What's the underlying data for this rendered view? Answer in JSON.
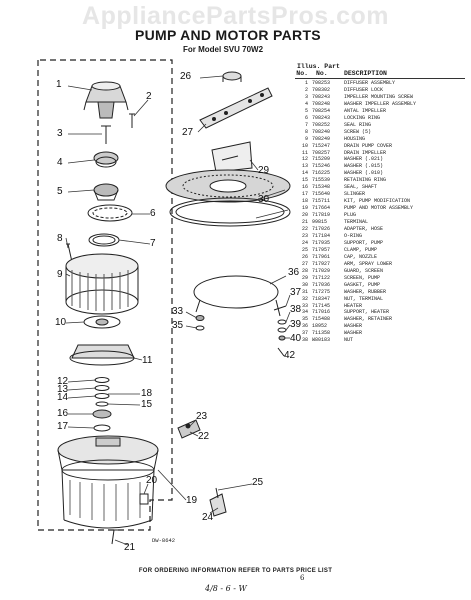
{
  "watermark": "AppliancePartsPros.com",
  "title": "PUMP AND MOTOR PARTS",
  "model": "For Model SVU 70W2",
  "table": {
    "header_line1": "Illus. Part",
    "col_no": "No.",
    "col_part": "No.",
    "col_desc": "DESCRIPTION",
    "rows": [
      {
        "n": "1",
        "p": "708253",
        "d": "DIFFUSER ASSEMBLY"
      },
      {
        "n": "2",
        "p": "708302",
        "d": "DIFFUSER LOCK"
      },
      {
        "n": "3",
        "p": "708243",
        "d": "IMPELLER MOUNTING SCREW"
      },
      {
        "n": "4",
        "p": "708248",
        "d": "WASHER IMPELLER ASSEMBLY"
      },
      {
        "n": "5",
        "p": "708254",
        "d": "ANTAL IMPELLER"
      },
      {
        "n": "6",
        "p": "708243",
        "d": "LOCKING RING"
      },
      {
        "n": "7",
        "p": "708252",
        "d": "SEAL RING"
      },
      {
        "n": "8",
        "p": "708240",
        "d": "SCREW (5)"
      },
      {
        "n": "9",
        "p": "708249",
        "d": "HOUSING"
      },
      {
        "n": "10",
        "p": "715247",
        "d": "DRAIN PUMP COVER"
      },
      {
        "n": "11",
        "p": "708257",
        "d": "DRAIN IMPELLER"
      },
      {
        "n": "12",
        "p": "715209",
        "d": "WASHER (.021)"
      },
      {
        "n": "13",
        "p": "715246",
        "d": "WASHER (.015)"
      },
      {
        "n": "14",
        "p": "716225",
        "d": "WASHER (.010)"
      },
      {
        "n": "15",
        "p": "715539",
        "d": "RETAINING RING"
      },
      {
        "n": "16",
        "p": "715348",
        "d": "SEAL, SHAFT"
      },
      {
        "n": "17",
        "p": "715640",
        "d": "SLINGER"
      },
      {
        "n": "18",
        "p": "715711",
        "d": "KIT, PUMP MODIFICATION"
      },
      {
        "n": "19",
        "p": "717664",
        "d": "PUMP AND MOTOR ASSEMBLY"
      },
      {
        "n": "20",
        "p": "717819",
        "d": "PLUG"
      },
      {
        "n": "21",
        "p": "99815",
        "d": "TERMINAL"
      },
      {
        "n": "22",
        "p": "717026",
        "d": "ADAPTER, HOSE"
      },
      {
        "n": "23",
        "p": "717184",
        "d": "O-RING"
      },
      {
        "n": "24",
        "p": "717935",
        "d": "SUPPORT, PUMP"
      },
      {
        "n": "25",
        "p": "717957",
        "d": "CLAMP, PUMP"
      },
      {
        "n": "26",
        "p": "717961",
        "d": "CAP, NOZZLE"
      },
      {
        "n": "27",
        "p": "717927",
        "d": "ARM, SPRAY LOWER"
      },
      {
        "n": "28",
        "p": "717029",
        "d": "GUARD, SCREEN"
      },
      {
        "n": "29",
        "p": "717122",
        "d": "SCREEN, PUMP"
      },
      {
        "n": "30",
        "p": "717036",
        "d": "GASKET, PUMP"
      },
      {
        "n": "31",
        "p": "717275",
        "d": "WASHER, RUBBER"
      },
      {
        "n": "32",
        "p": "718347",
        "d": "NUT, TERMINAL"
      },
      {
        "n": "33",
        "p": "717145",
        "d": "HEATER"
      },
      {
        "n": "34",
        "p": "717016",
        "d": "SUPPORT, HEATER"
      },
      {
        "n": "35",
        "p": "715488",
        "d": "WASHER, RETAINER"
      },
      {
        "n": "36",
        "p": "18952",
        "d": "WASHER"
      },
      {
        "n": "37",
        "p": "711358",
        "d": "WASHER"
      },
      {
        "n": "38",
        "p": "W80183",
        "d": "NUT"
      }
    ]
  },
  "callouts": [
    {
      "id": "1"
    },
    {
      "id": "2"
    },
    {
      "id": "3"
    },
    {
      "id": "4"
    },
    {
      "id": "5"
    },
    {
      "id": "6"
    },
    {
      "id": "7"
    },
    {
      "id": "8"
    },
    {
      "id": "9"
    },
    {
      "id": "10"
    },
    {
      "id": "11"
    },
    {
      "id": "12"
    },
    {
      "id": "13"
    },
    {
      "id": "14"
    },
    {
      "id": "15"
    },
    {
      "id": "16"
    },
    {
      "id": "17"
    },
    {
      "id": "18"
    },
    {
      "id": "19"
    },
    {
      "id": "20"
    },
    {
      "id": "21"
    },
    {
      "id": "22"
    },
    {
      "id": "23"
    },
    {
      "id": "24"
    },
    {
      "id": "25"
    },
    {
      "id": "26"
    },
    {
      "id": "27"
    },
    {
      "id": "29"
    },
    {
      "id": "30"
    },
    {
      "id": "33"
    },
    {
      "id": "35"
    },
    {
      "id": "36"
    },
    {
      "id": "37"
    },
    {
      "id": "38"
    },
    {
      "id": "39"
    },
    {
      "id": "40"
    },
    {
      "id": "42"
    }
  ],
  "drawing_number": "DW-8642",
  "footer": "FOR ORDERING INFORMATION REFER TO PARTS PRICE LIST",
  "hand_note": "4/8 - 6 - W",
  "hand_mark": "6"
}
